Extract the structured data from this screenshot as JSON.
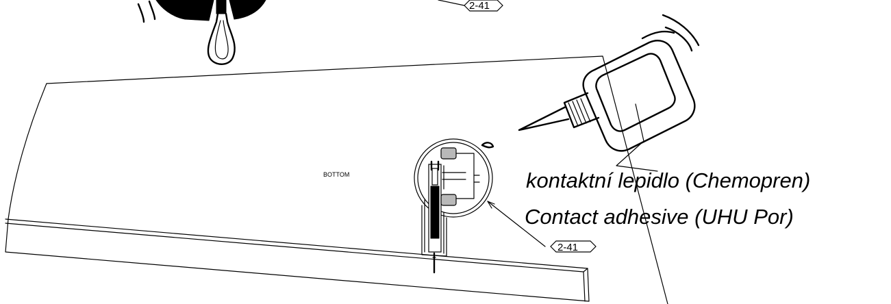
{
  "labels": {
    "panel_side": "BOTTOM",
    "note_cz": "kontaktní lepidlo (Chemopren)",
    "note_en": "Contact adhesive (UHU Por)",
    "ref_top": "2-41",
    "ref_detail": "2-41"
  },
  "icons": {
    "clamp": "clamp-icon",
    "glue_bottle": "glue-bottle-icon"
  },
  "colors": {
    "line": "#000000",
    "background": "#ffffff",
    "fill_gray": "#b9b9b9"
  }
}
